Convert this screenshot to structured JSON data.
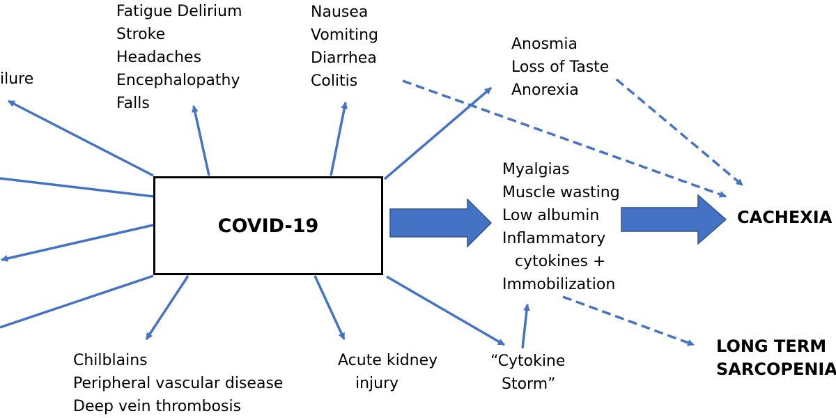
{
  "diagram": {
    "center": "COVID-19",
    "neuro": [
      "Fatigue Delirium",
      "Stroke",
      "Headaches",
      "Encephalopathy",
      "Falls"
    ],
    "gi": [
      "Nausea",
      "Vomiting",
      "Diarrhea",
      "Colitis"
    ],
    "sensory": [
      "Anosmia",
      "Loss of Taste",
      "Anorexia"
    ],
    "muscle": [
      "Myalgias",
      "Muscle wasting",
      "Low albumin",
      "Inflammatory",
      "cytokines +",
      "Immobilization"
    ],
    "vascular": [
      "Chilblains",
      "Peripheral vascular disease",
      "Deep vein thrombosis"
    ],
    "kidney": [
      "Acute kidney",
      "injury"
    ],
    "storm": [
      "“Cytokine",
      "Storm”"
    ],
    "left_partial": "ilure",
    "cachexia": "CACHEXIA",
    "sarcopenia": [
      "LONG TERM",
      "SARCOPENIA"
    ],
    "colors": {
      "arrow": "#4472C4",
      "box_border": "#000000",
      "text": "#000000"
    }
  }
}
